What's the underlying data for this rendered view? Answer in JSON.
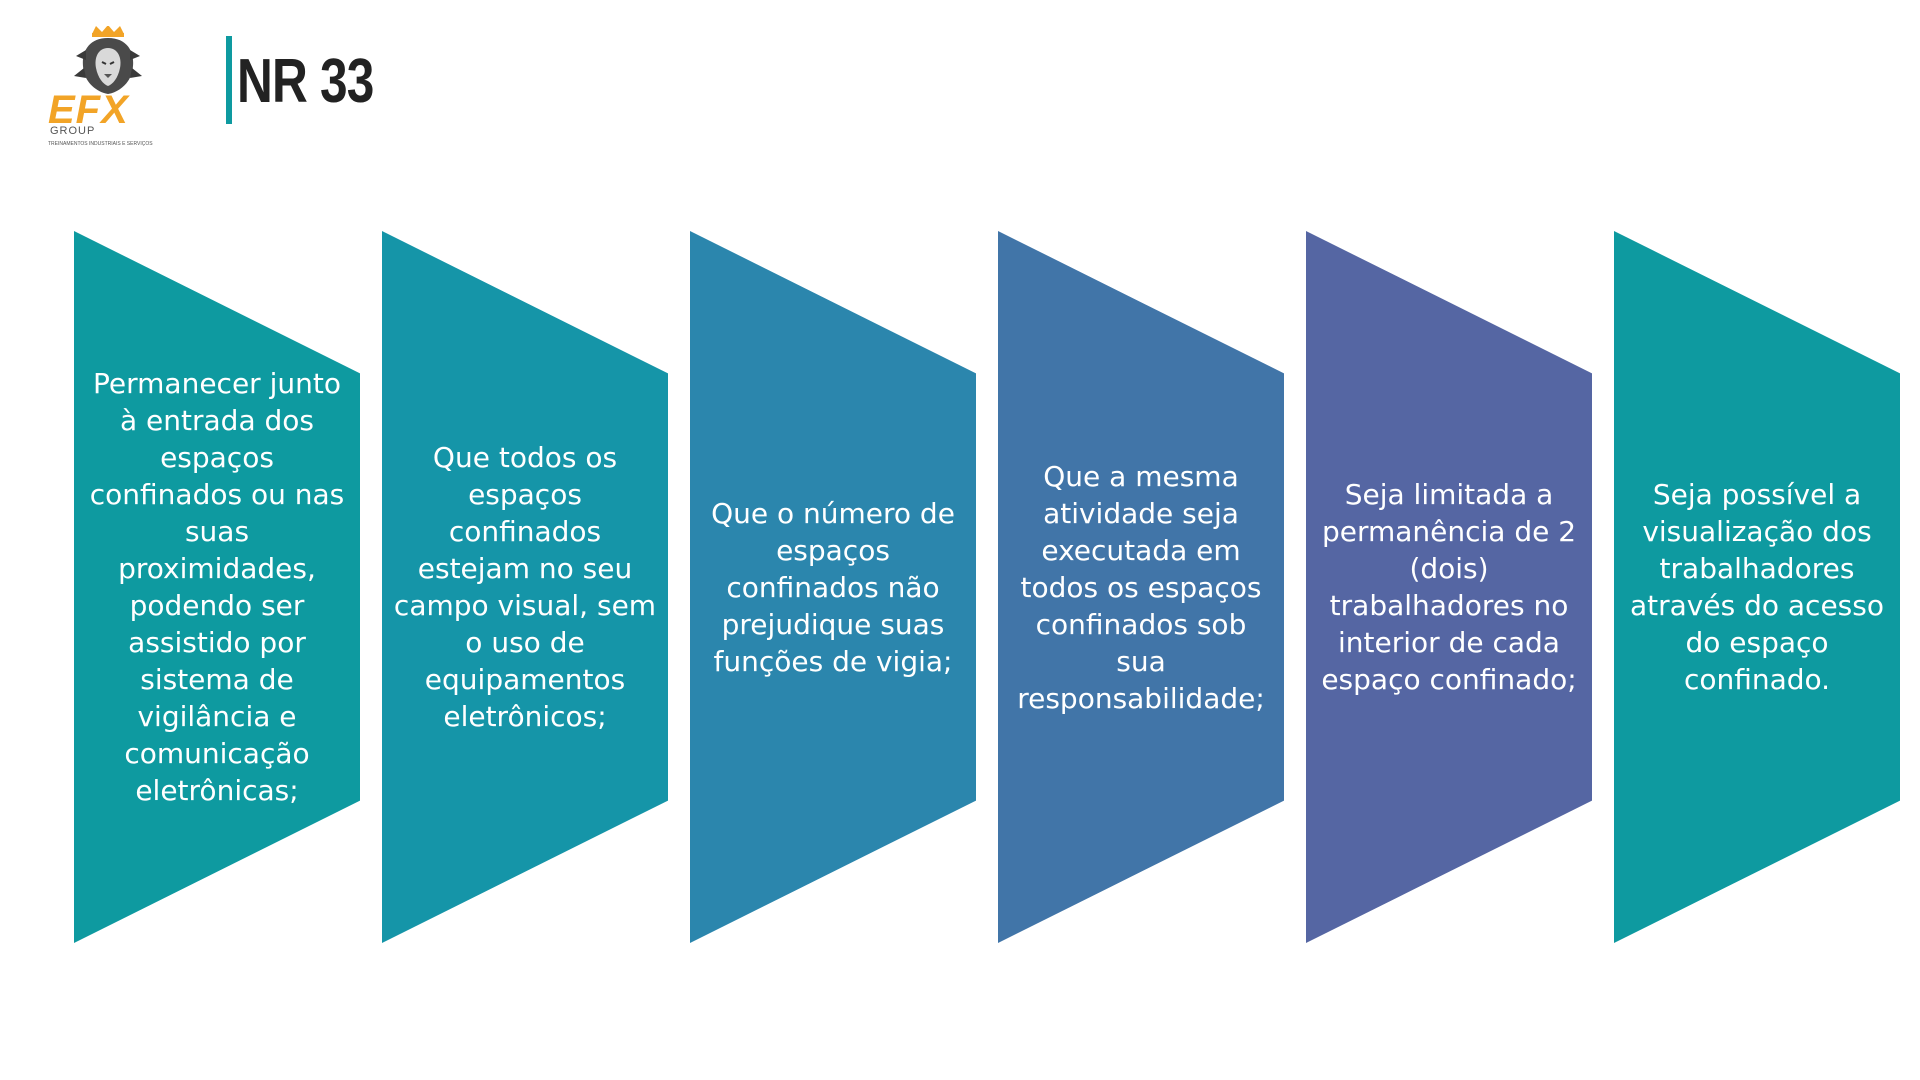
{
  "logo": {
    "brand": "EFX",
    "group": "GROUP",
    "tagline": "TREINAMENTOS INDUSTRIAIS E SERVIÇOS",
    "icon": "lion-crown-icon",
    "colors": {
      "brand": "#f2a427",
      "mane": "#4a4a4a"
    }
  },
  "header": {
    "title": "NR 33",
    "accent_color": "#0e9aa0"
  },
  "steps": [
    {
      "text": "Permanecer junto à entrada dos espaços confinados ou nas suas proximidades, podendo ser assistido por sistema de vigilância e comunicação eletrônicas;",
      "color": "#0e9aa0"
    },
    {
      "text": "Que todos os espaços confinados estejam no seu campo visual, sem o uso de equipamentos eletrônicos;",
      "color": "#1595a8"
    },
    {
      "text": "Que o número de espaços confinados não prejudique suas funções de vigia;",
      "color": "#2b86ad"
    },
    {
      "text": "Que a mesma atividade seja executada em todos os espaços confinados sob sua responsabilidade;",
      "color": "#4175a8"
    },
    {
      "text": "Seja limitada a permanência de 2 (dois) trabalhadores no interior de cada espaço confinado;",
      "color": "#5566a3"
    },
    {
      "text": "Seja possível a visualização dos trabalhadores através do acesso do espaço confinado.",
      "color": "#0e9aa0"
    }
  ]
}
